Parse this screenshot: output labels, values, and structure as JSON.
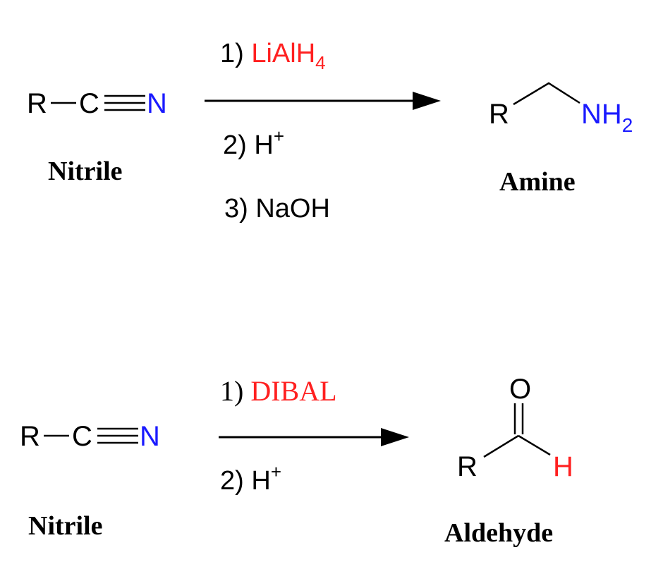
{
  "colors": {
    "black": "#000000",
    "nitrogen": "#1a1aff",
    "reagent": "#ff2020",
    "hydrogen": "#ff2020"
  },
  "reaction1": {
    "reactant": {
      "r": "R",
      "c": "C",
      "n": "N",
      "label": "Nitrile"
    },
    "steps": [
      {
        "num": "1)",
        "reagent": "LiAlH",
        "sub": "4"
      },
      {
        "num": "2)",
        "reagent": "H",
        "sup": "+"
      },
      {
        "num": "3)",
        "reagent": "NaOH"
      }
    ],
    "product": {
      "r": "R",
      "nh": "NH",
      "sub": "2",
      "label": "Amine"
    }
  },
  "reaction2": {
    "reactant": {
      "r": "R",
      "c": "C",
      "n": "N",
      "label": "Nitrile"
    },
    "steps": [
      {
        "num": "1)",
        "reagent": "DIBAL"
      },
      {
        "num": "2)",
        "reagent": "H",
        "sup": "+"
      }
    ],
    "product": {
      "r": "R",
      "o": "O",
      "h": "H",
      "label": "Aldehyde"
    }
  }
}
